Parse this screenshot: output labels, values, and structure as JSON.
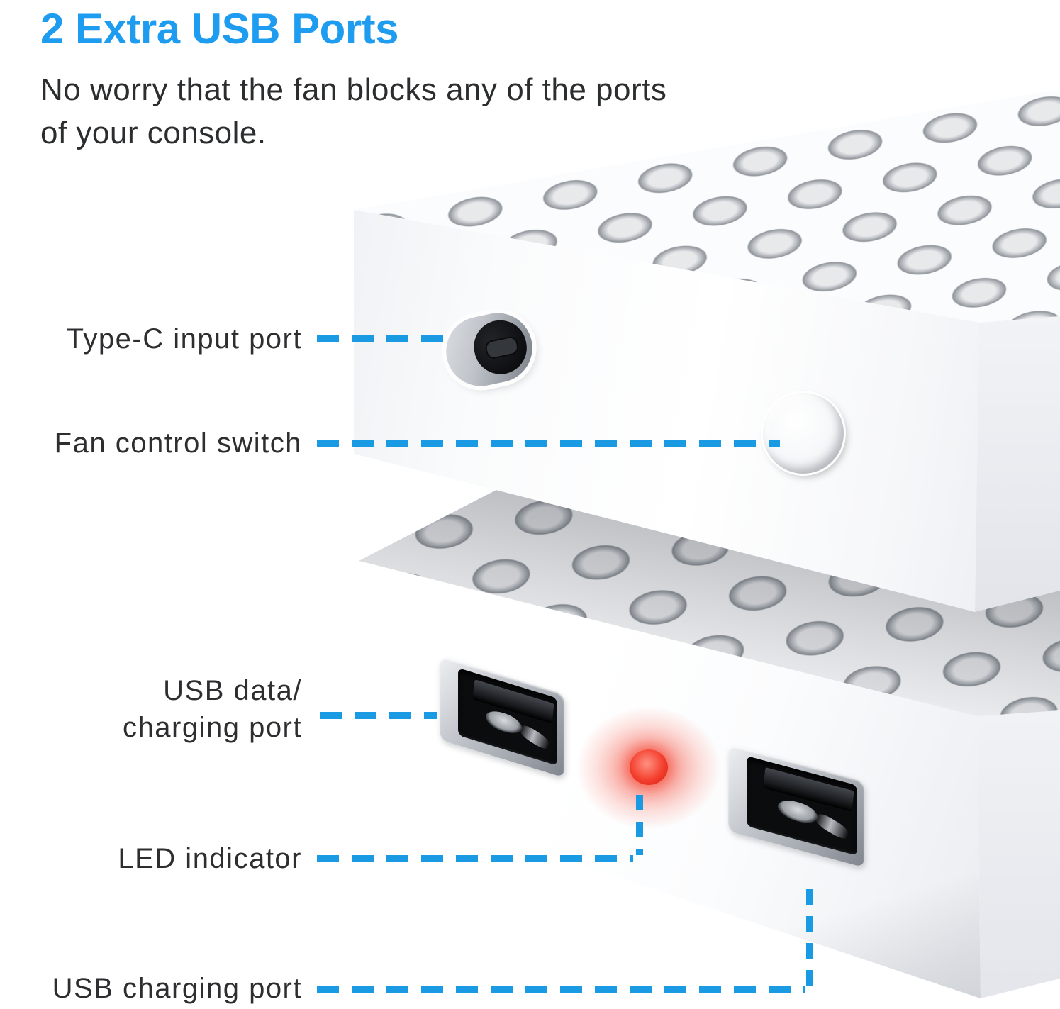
{
  "header": {
    "title": "2 Extra USB Ports",
    "subtitle": "No worry that the fan blocks any of the ports of your console.",
    "subtitle_lines": [
      "No worry that the fan blocks any of the ports",
      "of your console."
    ]
  },
  "callouts": [
    {
      "id": "type-c-input-port",
      "label": "Type-C input port"
    },
    {
      "id": "fan-control-switch",
      "label": "Fan control switch"
    },
    {
      "id": "usb-data-charging-port",
      "lines": [
        "USB data/",
        "charging port"
      ]
    },
    {
      "id": "led-indicator",
      "label": "LED indicator"
    },
    {
      "id": "usb-charging-port",
      "label": "USB charging port"
    }
  ],
  "device": {
    "description_features": [
      "perforated vent top surface (top fan unit)",
      "Type-C input port on front face",
      "round fan control switch button",
      "perforated vent top surface (bottom fan unit)",
      "USB-A data/charging port",
      "red LED indicator",
      "USB-A charging port"
    ]
  },
  "colors": {
    "title_blue": "#1e9cf0",
    "callout_line_blue": "#1a9ae3",
    "led_red": "#f4402e",
    "text_dark": "#2e2e30",
    "device_white": "#ffffff"
  }
}
